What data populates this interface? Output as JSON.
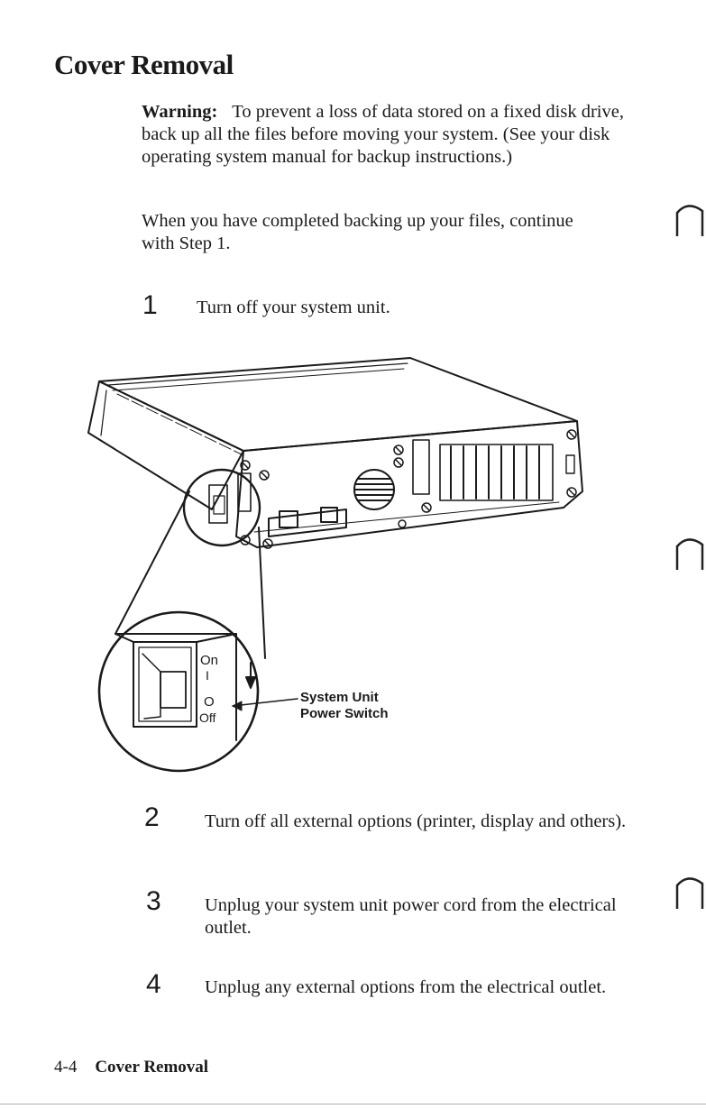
{
  "page": {
    "title": "Cover Removal"
  },
  "warning": {
    "label": "Warning:",
    "text": "To prevent a loss of data stored on a fixed disk drive, back up all the files before moving your system. (See your disk operating system manual for backup instructions.)"
  },
  "intro": {
    "text": "When you have completed backing up your files, continue with Step 1."
  },
  "steps": [
    {
      "number": "1",
      "text": "Turn off your system unit."
    },
    {
      "number": "2",
      "text": "Turn off all external options (printer, display and others)."
    },
    {
      "number": "3",
      "text": "Unplug your system unit power cord from the electrical outlet."
    },
    {
      "number": "4",
      "text": "Unplug any external options from the electrical outlet."
    }
  ],
  "figure": {
    "callout_line1": "System Unit",
    "callout_line2": "Power Switch",
    "switch_on_label": "On",
    "switch_on_symbol": "I",
    "switch_off_symbol": "O",
    "switch_off_label": "Off"
  },
  "footer": {
    "page_number": "4-4",
    "section_title": "Cover Removal"
  }
}
